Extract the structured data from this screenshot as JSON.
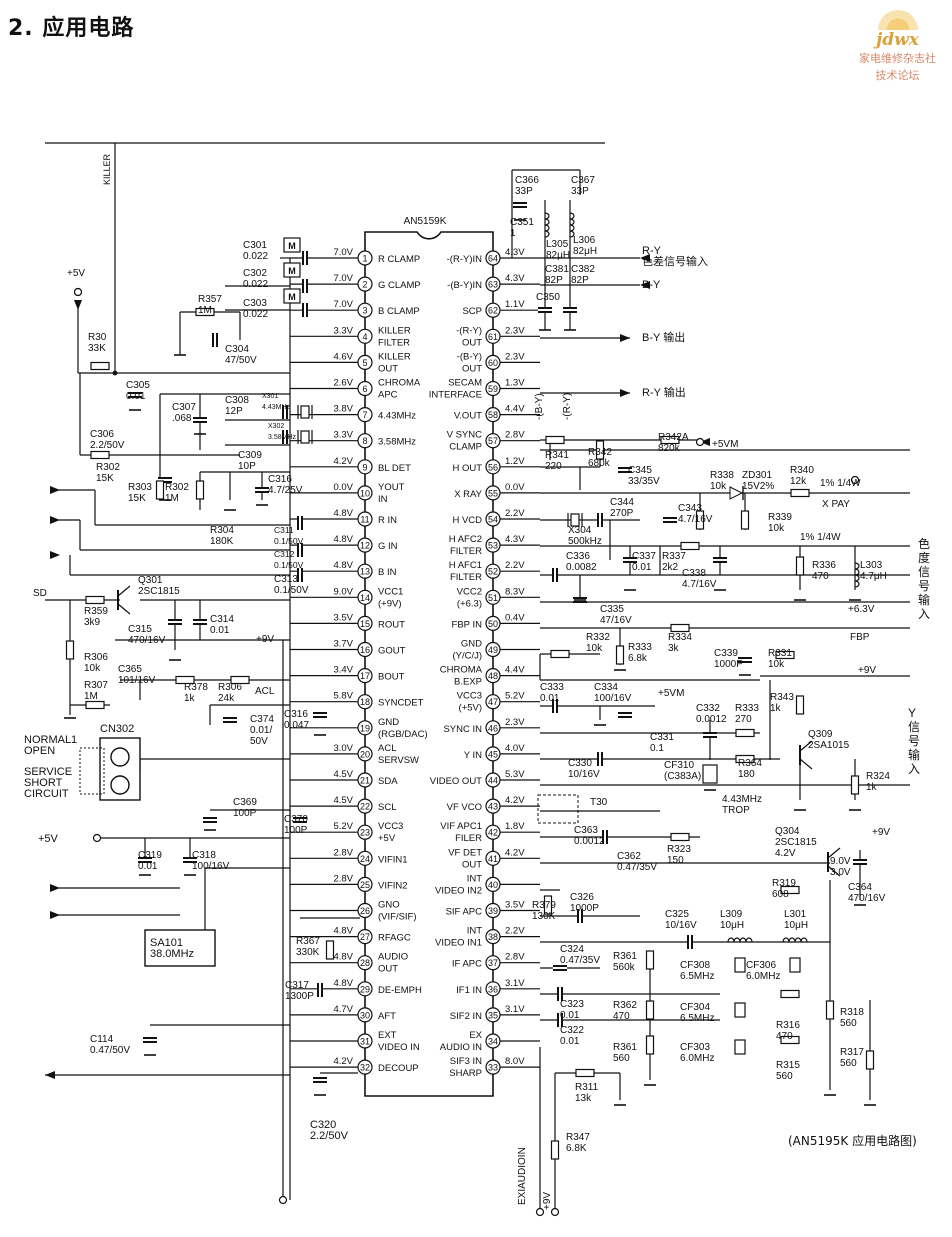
{
  "heading": "2. 应用电路",
  "logo": {
    "brand": "jdwx",
    "line1": "家电维修杂志社",
    "line2": "技术论坛"
  },
  "caption": "(AN5195K 应用电路图)",
  "ic": {
    "name": "AN5159K"
  },
  "pins_left": [
    {
      "n": "1",
      "name": "R CLAMP",
      "v": "7.0V"
    },
    {
      "n": "2",
      "name": "G CLAMP",
      "v": "7.0V"
    },
    {
      "n": "3",
      "name": "B CLAMP",
      "v": "7.0V"
    },
    {
      "n": "4",
      "name": "KILLER\nFILTER",
      "v": "3.3V"
    },
    {
      "n": "5",
      "name": "KILLER\nOUT",
      "v": "4.6V"
    },
    {
      "n": "6",
      "name": "CHROMA\nAPC",
      "v": "2.6V"
    },
    {
      "n": "7",
      "name": "4.43MHz",
      "v": "3.8V"
    },
    {
      "n": "8",
      "name": "3.58MHz",
      "v": "3.3V"
    },
    {
      "n": "9",
      "name": "BL DET",
      "v": "4.2V"
    },
    {
      "n": "10",
      "name": "YOUT\nIN",
      "v": "0.0V"
    },
    {
      "n": "11",
      "name": "R IN",
      "v": "4.8V"
    },
    {
      "n": "12",
      "name": "G IN",
      "v": "4.8V"
    },
    {
      "n": "13",
      "name": "B IN",
      "v": "4.8V"
    },
    {
      "n": "14",
      "name": "VCC1\n(+9V)",
      "v": "9.0V"
    },
    {
      "n": "15",
      "name": "ROUT",
      "v": "3.5V"
    },
    {
      "n": "16",
      "name": "GOUT",
      "v": "3.7V"
    },
    {
      "n": "17",
      "name": "BOUT",
      "v": "3.4V"
    },
    {
      "n": "18",
      "name": "SYNCDET",
      "v": "5.8V"
    },
    {
      "n": "19",
      "name": "GND\n(RGB/DAC)",
      "v": ""
    },
    {
      "n": "20",
      "name": "ACL\nSERVSW",
      "v": "3.0V"
    },
    {
      "n": "21",
      "name": "SDA",
      "v": "4.5V"
    },
    {
      "n": "22",
      "name": "SCL",
      "v": "4.5V"
    },
    {
      "n": "23",
      "name": "VCC3\n+5V",
      "v": "5.2V"
    },
    {
      "n": "24",
      "name": "VIFIN1",
      "v": "2.8V"
    },
    {
      "n": "25",
      "name": "VIFIN2",
      "v": "2.8V"
    },
    {
      "n": "26",
      "name": "GNO\n(VIF/SIF)",
      "v": ""
    },
    {
      "n": "27",
      "name": "RFAGC",
      "v": "4.8V"
    },
    {
      "n": "28",
      "name": "AUDIO\nOUT",
      "v": "4.8V"
    },
    {
      "n": "29",
      "name": "DE-EMPH",
      "v": "4.8V"
    },
    {
      "n": "30",
      "name": "AFT",
      "v": "4.7V"
    },
    {
      "n": "31",
      "name": "EXT\nVIDEO IN",
      "v": ""
    },
    {
      "n": "32",
      "name": "DECOUP",
      "v": "4.2V"
    }
  ],
  "pins_right": [
    {
      "n": "64",
      "name": "-(R-Y)IN",
      "v": "4.3V"
    },
    {
      "n": "63",
      "name": "-(B-Y)IN",
      "v": "4.3V"
    },
    {
      "n": "62",
      "name": "SCP",
      "v": "1.1V"
    },
    {
      "n": "61",
      "name": "-(R-Y)\nOUT",
      "v": "2.3V"
    },
    {
      "n": "60",
      "name": "-(B-Y)\nOUT",
      "v": "2.3V"
    },
    {
      "n": "59",
      "name": "SECAM\nINTERFACE",
      "v": "1.3V"
    },
    {
      "n": "58",
      "name": "V.OUT",
      "v": "4.4V"
    },
    {
      "n": "57",
      "name": "V SYNC\nCLAMP",
      "v": "2.8V"
    },
    {
      "n": "56",
      "name": "H OUT",
      "v": "1.2V"
    },
    {
      "n": "55",
      "name": "X RAY",
      "v": "0.0V"
    },
    {
      "n": "54",
      "name": "H VCD",
      "v": "2.2V"
    },
    {
      "n": "53",
      "name": "H AFC2\nFILTER",
      "v": "4.3V"
    },
    {
      "n": "52",
      "name": "H AFC1\nFILTER",
      "v": "2.2V"
    },
    {
      "n": "51",
      "name": "VCC2\n(+6.3)",
      "v": "8.3V"
    },
    {
      "n": "50",
      "name": "FBP IN",
      "v": "0.4V"
    },
    {
      "n": "49",
      "name": "GND\n(Y/C/J)",
      "v": ""
    },
    {
      "n": "48",
      "name": "CHROMA\nB.EXP",
      "v": "4.4V"
    },
    {
      "n": "47",
      "name": "VCC3\n(+5V)",
      "v": "5.2V"
    },
    {
      "n": "46",
      "name": "SYNC IN",
      "v": "2.3V"
    },
    {
      "n": "45",
      "name": "Y IN",
      "v": "4.0V"
    },
    {
      "n": "44",
      "name": "VIDEO OUT",
      "v": "5.3V"
    },
    {
      "n": "43",
      "name": "VF VCO",
      "v": "4.2V"
    },
    {
      "n": "42",
      "name": "VIF APC1\nFILER",
      "v": "1.8V"
    },
    {
      "n": "41",
      "name": "VF DET\nOUT",
      "v": "4.2V"
    },
    {
      "n": "40",
      "name": "INT\nVIDEO IN2",
      "v": ""
    },
    {
      "n": "39",
      "name": "SIF APC",
      "v": "3.5V"
    },
    {
      "n": "38",
      "name": "INT\nVIDEO IN1",
      "v": "2.2V"
    },
    {
      "n": "37",
      "name": "IF APC",
      "v": "2.8V"
    },
    {
      "n": "36",
      "name": "IF1 IN",
      "v": "3.1V"
    },
    {
      "n": "35",
      "name": "SIF2 IN",
      "v": "3.1V"
    },
    {
      "n": "34",
      "name": "EX\nAUDIO IN",
      "v": ""
    },
    {
      "n": "33",
      "name": "SIF3 IN\nSHARP",
      "v": "8.0V"
    }
  ],
  "labels": [
    {
      "t": "KILLER",
      "k": "killer"
    },
    {
      "t": "+5V",
      "k": "v5_top"
    },
    {
      "t": "C301\n0.022",
      "k": "c301"
    },
    {
      "t": "C302\n0.022",
      "k": "c302"
    },
    {
      "t": "C303\n0.022",
      "k": "c303"
    },
    {
      "t": "R357\n1M",
      "k": "r357"
    },
    {
      "t": "C304\n47/50V",
      "k": "c304"
    },
    {
      "t": "R30\n33K",
      "k": "r30"
    },
    {
      "t": "C305\n0.01",
      "k": "c305"
    },
    {
      "t": "C307\n.068",
      "k": "c307"
    },
    {
      "t": "C308\n12P",
      "k": "c308"
    },
    {
      "t": "X301\n4.43MHz",
      "k": "x301"
    },
    {
      "t": "X302\n3.58MHz",
      "k": "x302"
    },
    {
      "t": "C309\n10P",
      "k": "c309"
    },
    {
      "t": "C306\n2.2/50V",
      "k": "c306"
    },
    {
      "t": "R302\n15K",
      "k": "r302a"
    },
    {
      "t": "R303\n15K",
      "k": "r303"
    },
    {
      "t": "R302\n1M",
      "k": "r302b"
    },
    {
      "t": "C316\n4.7/25V",
      "k": "c316a"
    },
    {
      "t": "R304\n180K",
      "k": "r304"
    },
    {
      "t": "C311\n0.1/50V",
      "k": "c311"
    },
    {
      "t": "C312\n0.1/50V",
      "k": "c312"
    },
    {
      "t": "C313\n0.1/50V",
      "k": "c313"
    },
    {
      "t": "SD",
      "k": "sd"
    },
    {
      "t": "Q301\n2SC1815",
      "k": "q301"
    },
    {
      "t": "R359\n3k9",
      "k": "r359"
    },
    {
      "t": "C315\n470/16V",
      "k": "c315"
    },
    {
      "t": "C314\n0.01",
      "k": "c314"
    },
    {
      "t": "+9V",
      "k": "v9_left"
    },
    {
      "t": "R306\n10k",
      "k": "r306"
    },
    {
      "t": "C365\n101/16V",
      "k": "c365"
    },
    {
      "t": "R307\n1M",
      "k": "r307"
    },
    {
      "t": "R378\n1k",
      "k": "r378"
    },
    {
      "t": "R306\n24k",
      "k": "r306b"
    },
    {
      "t": "ACL",
      "k": "acl"
    },
    {
      "t": "C374\n0.01/\n50V",
      "k": "c374"
    },
    {
      "t": "C316\n0.047",
      "k": "c316b"
    },
    {
      "t": "CN302",
      "k": "cn302"
    },
    {
      "t": "NORMAL1\nOPEN",
      "k": "normal"
    },
    {
      "t": "SERVICE\nSHORT\nCIRCUIT",
      "k": "service"
    },
    {
      "t": "C369\n100P",
      "k": "c369"
    },
    {
      "t": "C370\n100P",
      "k": "c370"
    },
    {
      "t": "+5V",
      "k": "v5_mid"
    },
    {
      "t": "C319\n0.01",
      "k": "c319"
    },
    {
      "t": "C318\n100/16V",
      "k": "c318"
    },
    {
      "t": "SA101\n38.0MHz",
      "k": "sa101"
    },
    {
      "t": "R367\n330K",
      "k": "r367"
    },
    {
      "t": "C317\n1300P",
      "k": "c317"
    },
    {
      "t": "C114\n0.47/50V",
      "k": "c114"
    },
    {
      "t": "C320\n2.2/50V",
      "k": "c320"
    },
    {
      "t": "C366\n33P",
      "k": "c366"
    },
    {
      "t": "C367\n33P",
      "k": "c367"
    },
    {
      "t": "C351\n1",
      "k": "c351"
    },
    {
      "t": "L305\n82μH",
      "k": "l305"
    },
    {
      "t": "L306\n82μH",
      "k": "l306"
    },
    {
      "t": "C381\n82P",
      "k": "c381"
    },
    {
      "t": "C382\n82P",
      "k": "c382"
    },
    {
      "t": "C350",
      "k": "c350"
    },
    {
      "t": "R-Y\n色差信号输入",
      "k": "ry_in"
    },
    {
      "t": "B-Y",
      "k": "by_in"
    },
    {
      "t": "B-Y 输出",
      "k": "by_out"
    },
    {
      "t": "R-Y 输出",
      "k": "ry_out"
    },
    {
      "t": "-(B-Y)",
      "k": "nby"
    },
    {
      "t": "-(R-Y)",
      "k": "nry"
    },
    {
      "t": "R341\n220",
      "k": "r341"
    },
    {
      "t": "R342\n680k",
      "k": "r342"
    },
    {
      "t": "R342A\n820k",
      "k": "r342a"
    },
    {
      "t": "+5VM",
      "k": "v5m_top"
    },
    {
      "t": "C345\n33/35V",
      "k": "c345"
    },
    {
      "t": "R338\n10k",
      "k": "r338"
    },
    {
      "t": "ZD301\n15V2%",
      "k": "zd301"
    },
    {
      "t": "R340\n12k",
      "k": "r340"
    },
    {
      "t": "1% 1/4W",
      "k": "pct1"
    },
    {
      "t": "X PAY",
      "k": "xpay"
    },
    {
      "t": "C344\n270P",
      "k": "c344"
    },
    {
      "t": "C343\n4.7/16V",
      "k": "c343"
    },
    {
      "t": "R339\n10k",
      "k": "r339"
    },
    {
      "t": "X304\n500kHz",
      "k": "x304"
    },
    {
      "t": "C336\n0.0082",
      "k": "c336"
    },
    {
      "t": "C337\n0.01",
      "k": "c337"
    },
    {
      "t": "R337\n2k2",
      "k": "r337"
    },
    {
      "t": "C338\n4.7/16V",
      "k": "c338"
    },
    {
      "t": "1% 1/4W",
      "k": "pct2"
    },
    {
      "t": "R336\n470",
      "k": "r336"
    },
    {
      "t": "L303\n4.7μH",
      "k": "l303"
    },
    {
      "t": "色\n度\n信\n号\n输\n入",
      "k": "chroma_in"
    },
    {
      "t": "+6.3V",
      "k": "v63"
    },
    {
      "t": "C335\n47/16V",
      "k": "c335"
    },
    {
      "t": "FBP",
      "k": "fbp"
    },
    {
      "t": "R332\n10k",
      "k": "r332"
    },
    {
      "t": "R333\n6.8k",
      "k": "r333"
    },
    {
      "t": "R334\n3k",
      "k": "r334"
    },
    {
      "t": "C339\n1000P",
      "k": "c339"
    },
    {
      "t": "R331\n10k",
      "k": "r331"
    },
    {
      "t": "+9V",
      "k": "v9_mid"
    },
    {
      "t": "C333\n0.01",
      "k": "c333"
    },
    {
      "t": "C334\n100/16V",
      "k": "c334"
    },
    {
      "t": "+5VM",
      "k": "v5m_mid"
    },
    {
      "t": "R343\n1k",
      "k": "r343"
    },
    {
      "t": "C332\n0.0012",
      "k": "c332"
    },
    {
      "t": "R333\n270",
      "k": "r333b"
    },
    {
      "t": "C331\n0.1",
      "k": "c331"
    },
    {
      "t": "Q309\n2SA1015",
      "k": "q309"
    },
    {
      "t": "Y\n信\n号\n输\n入",
      "k": "y_in"
    },
    {
      "t": "C330\n10/16V",
      "k": "c330"
    },
    {
      "t": "CF310\n(C383A)",
      "k": "cf310"
    },
    {
      "t": "R364\n180",
      "k": "r364"
    },
    {
      "t": "4.43MHz\nTROP",
      "k": "trop"
    },
    {
      "t": "R324\n1k",
      "k": "r324"
    },
    {
      "t": "T30",
      "k": "t30"
    },
    {
      "t": "C363\n0.0012",
      "k": "c363"
    },
    {
      "t": "C362\n0.47/35V",
      "k": "c362"
    },
    {
      "t": "R323\n150",
      "k": "r323"
    },
    {
      "t": "Q304\n2SC1815\n4.2V",
      "k": "q304"
    },
    {
      "t": "+9V",
      "k": "v9_q304"
    },
    {
      "t": "9.0V\n3.0V",
      "k": "q304v"
    },
    {
      "t": "R319\n608",
      "k": "r319"
    },
    {
      "t": "C364\n470/16V",
      "k": "c364"
    },
    {
      "t": "R379\n130K",
      "k": "r379"
    },
    {
      "t": "C326\n1000P",
      "k": "c326"
    },
    {
      "t": "C325\n10/16V",
      "k": "c325"
    },
    {
      "t": "L309\n10μH",
      "k": "l309"
    },
    {
      "t": "L301\n10μH",
      "k": "l301"
    },
    {
      "t": "C324\n0.47/35V",
      "k": "c324"
    },
    {
      "t": "R361\n560k",
      "k": "r361a"
    },
    {
      "t": "CF308\n6.5MHz",
      "k": "cf308"
    },
    {
      "t": "CF306\n6.0MHz",
      "k": "cf306"
    },
    {
      "t": "C323\n0.01",
      "k": "c323"
    },
    {
      "t": "C322\n0.01",
      "k": "c322"
    },
    {
      "t": "R362\n470",
      "k": "r362"
    },
    {
      "t": "R361\n560",
      "k": "r361b"
    },
    {
      "t": "CF304\n6.5MHz",
      "k": "cf304"
    },
    {
      "t": "CF303\n6.0MHz",
      "k": "cf303"
    },
    {
      "t": "R316\n470",
      "k": "r316"
    },
    {
      "t": "R315\n560",
      "k": "r315"
    },
    {
      "t": "R318\n560",
      "k": "r318"
    },
    {
      "t": "R317\n560",
      "k": "r317"
    },
    {
      "t": "R311\n13k",
      "k": "r311"
    },
    {
      "t": "R347\n6.8K",
      "k": "r347"
    },
    {
      "t": "EXIAUDIOIN",
      "k": "exiaudio"
    },
    {
      "t": "+9V",
      "k": "v9_bot"
    }
  ]
}
